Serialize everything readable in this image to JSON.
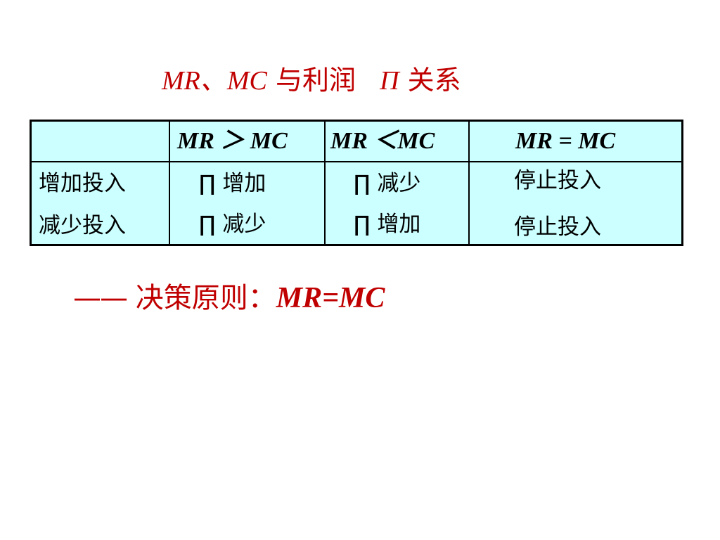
{
  "title": {
    "part1": "MR、MC",
    "part2": "与利润",
    "symbol": "Π",
    "part3": "关系"
  },
  "table": {
    "headers": [
      "",
      "MR ＞ MC",
      "MR ＜MC",
      "MR = MC"
    ],
    "rows": [
      {
        "label": "增加投入",
        "c1": "∏ 增加",
        "c2": "∏ 减少",
        "c3": "停止投入"
      },
      {
        "label": "减少投入",
        "c1": "∏ 减少",
        "c2": "∏ 增加",
        "c3": "停止投入"
      }
    ]
  },
  "footer": {
    "dash": "——",
    "text": "决策原则：",
    "rule": "MR=MC"
  },
  "colors": {
    "accent": "#c00000",
    "table_bg": "#ccffff",
    "border": "#000000"
  }
}
